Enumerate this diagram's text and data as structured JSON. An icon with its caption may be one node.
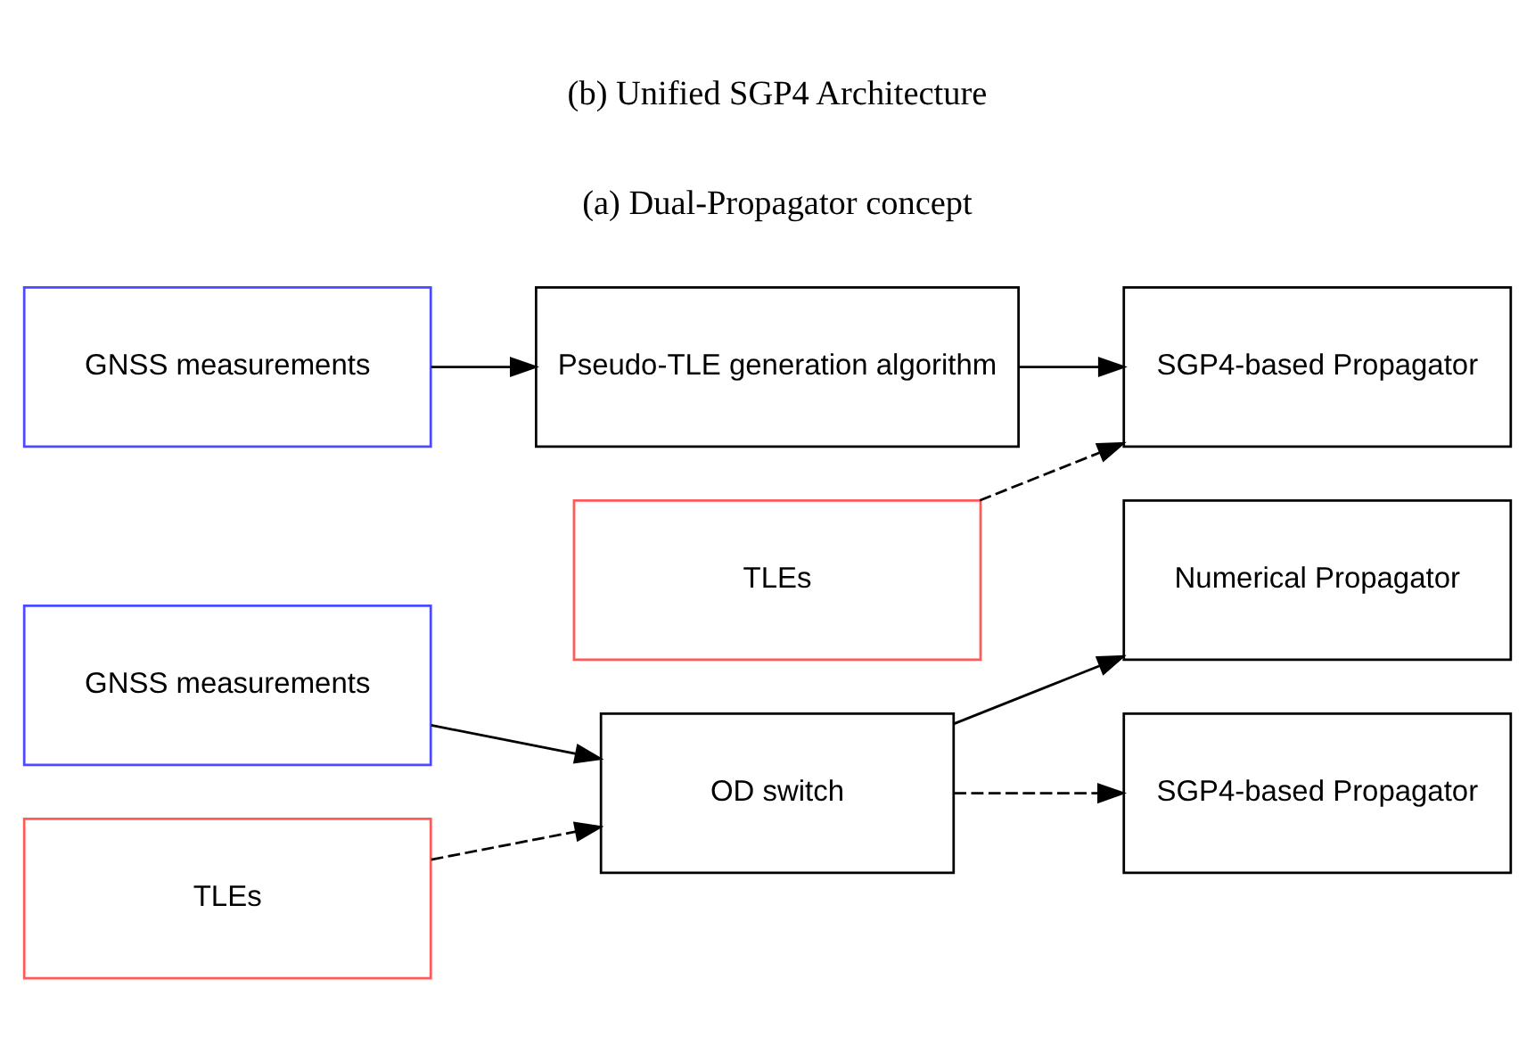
{
  "diagram": {
    "nodes": [
      {
        "text": [
          "GNSS measurements"
        ]
      },
      {
        "text": [
          "TLEs"
        ]
      },
      {
        "text": [
          "OD switch"
        ]
      },
      {
        "text": [
          "Numerical Propagator"
        ]
      },
      {
        "text": [
          "SGP4-based Propagator"
        ]
      },
      {
        "text": [
          "GNSS measurements"
        ]
      },
      {
        "text": [
          "TLEs"
        ]
      },
      {
        "text": [
          "Pseudo-TLE generation algorithm"
        ]
      },
      {
        "text": [
          "SGP4-based Propagator"
        ]
      }
    ],
    "edges": [
      {
        "from": 0,
        "to": 2,
        "arrow": "to"
      },
      {
        "from": 1,
        "to": 2,
        "arrow": "to",
        "style": "dashed"
      },
      {
        "from": 2,
        "to": 3,
        "arrow": "to"
      },
      {
        "from": 2,
        "to": 4,
        "arrow": "to",
        "style": "dashed"
      },
      {
        "from": 5,
        "to": 7,
        "arrow": "to"
      },
      {
        "from": 7,
        "to": 8,
        "arrow": "to"
      },
      {
        "from": 6,
        "to": 8,
        "arrow": "to",
        "style": "dashed"
      }
    ],
    "labels": [
      "(a) Dual-Propagator concept",
      "(b) Unified SGP4 Architecture"
    ]
  }
}
